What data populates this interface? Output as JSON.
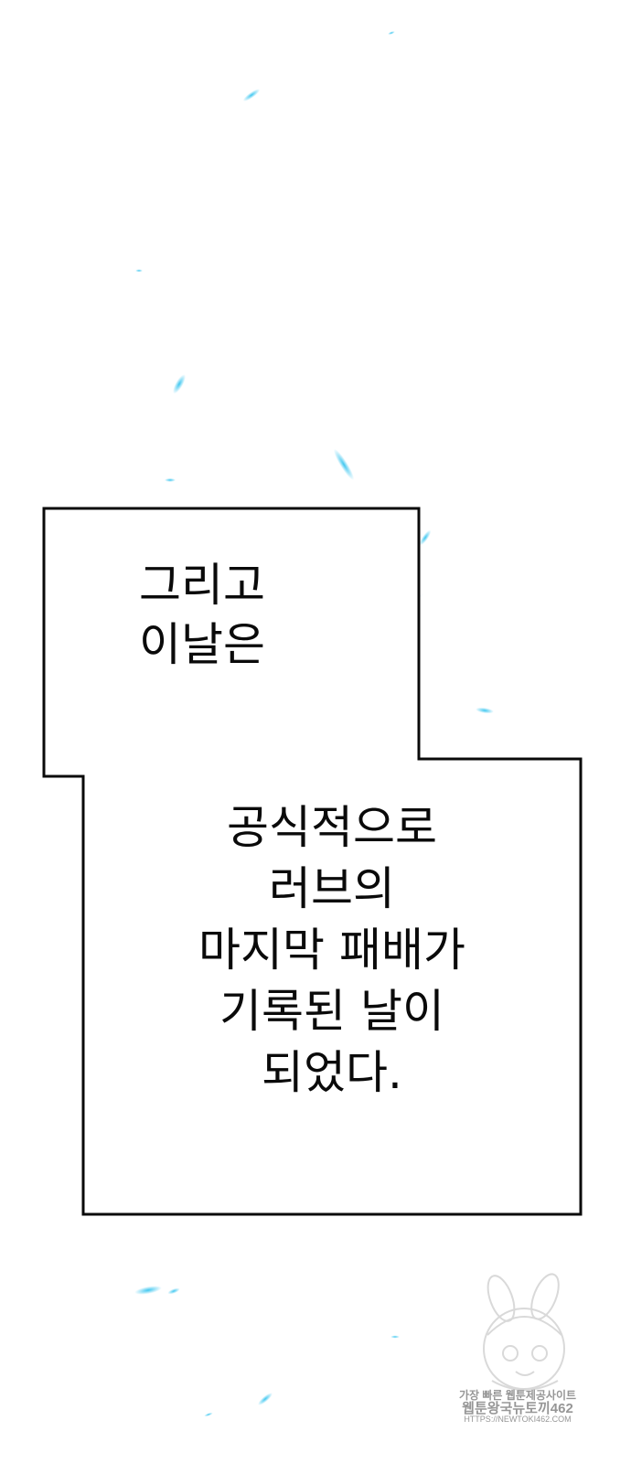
{
  "panel": {
    "background_color": "#ffffff",
    "petal_color": "#3ec7f0",
    "text_color": "#0a0a0a",
    "border_color": "#0a0a0a"
  },
  "caption_top": {
    "lines": [
      "그리고",
      "이날은"
    ]
  },
  "caption_bottom": {
    "lines": [
      "공식적으로",
      "러브의",
      "마지막 패배가",
      "기록된 날이",
      "되었다."
    ]
  },
  "watermark": {
    "line1": "가장 빠른 웹툰제공사이트",
    "line2": "웹툰왕국뉴토끼462",
    "line3": "HTTPS://NEWTOKI462.COM",
    "icon": "mascot-icon"
  }
}
